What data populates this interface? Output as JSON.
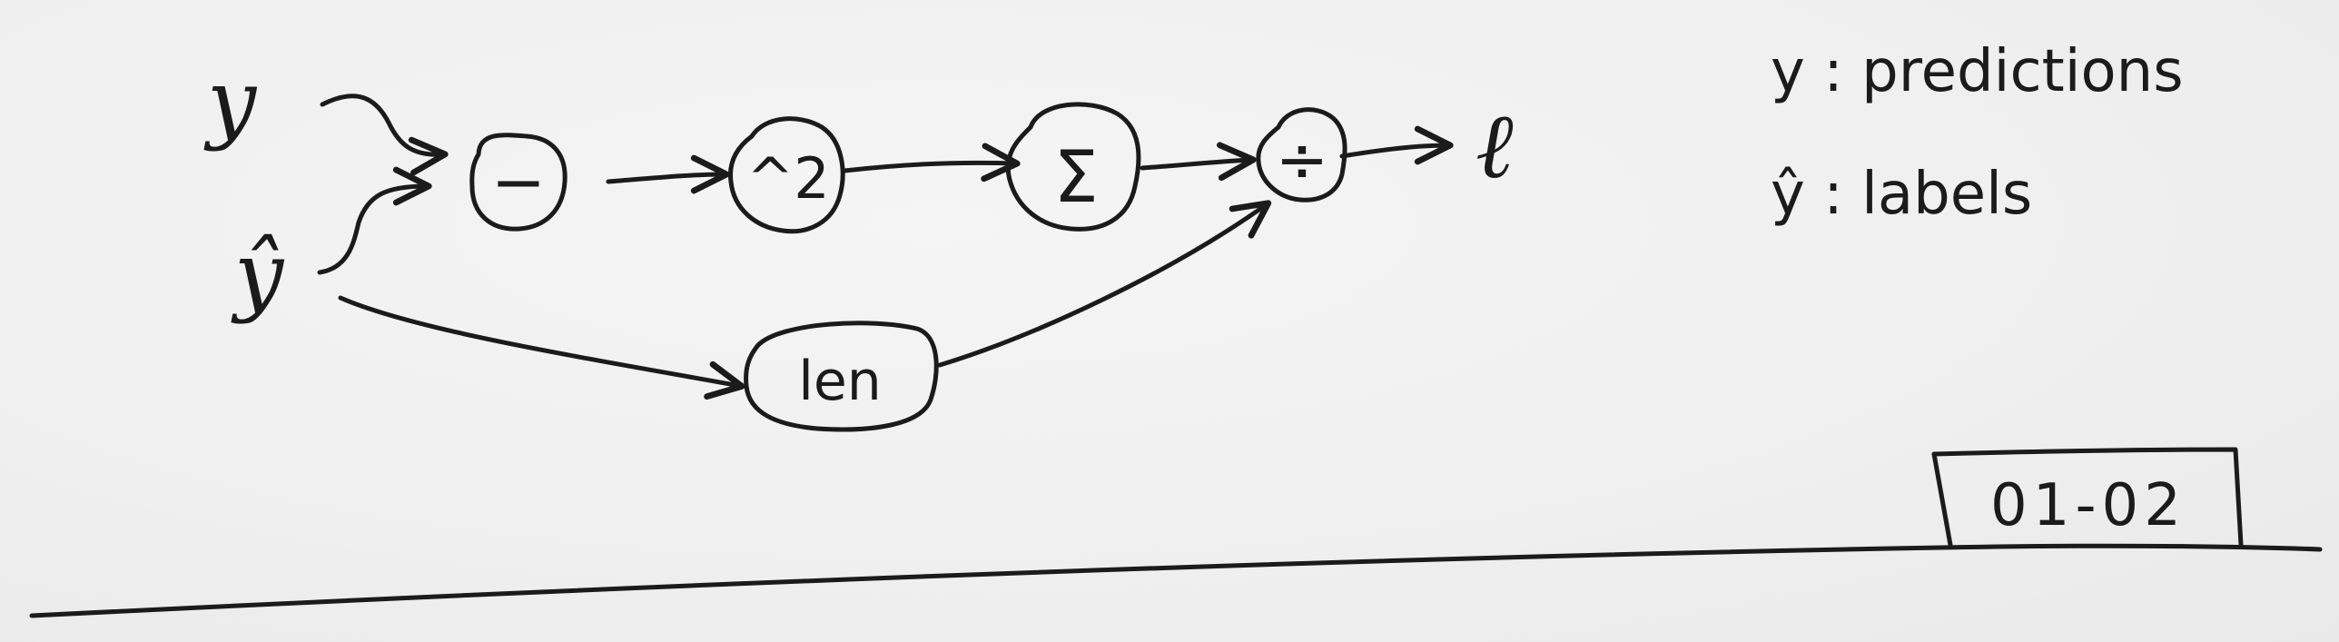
{
  "inputs": {
    "y": "y",
    "y_hat": "ŷ"
  },
  "nodes": {
    "subtract": "−",
    "square": "^2",
    "sum": "Σ",
    "divide": "÷",
    "length": "len"
  },
  "output": "ℓ",
  "legend": {
    "line1": "y : predictions",
    "line2": "ŷ : labels"
  },
  "stamp": "01-02"
}
